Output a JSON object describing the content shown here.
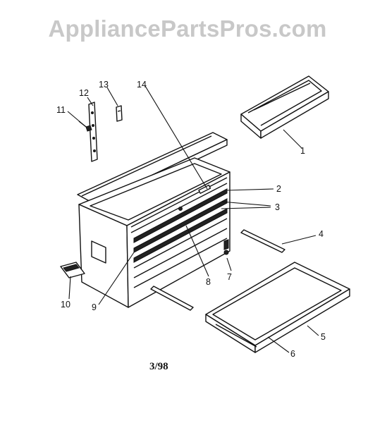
{
  "watermark": "AppliancePartsPros.com",
  "footer_code": "3/98",
  "callouts": [
    "1",
    "2",
    "3",
    "4",
    "5",
    "6",
    "7",
    "8",
    "9",
    "10",
    "11",
    "12",
    "13",
    "14"
  ],
  "colors": {
    "line": "#111111",
    "watermark": "#c8c8c8"
  }
}
